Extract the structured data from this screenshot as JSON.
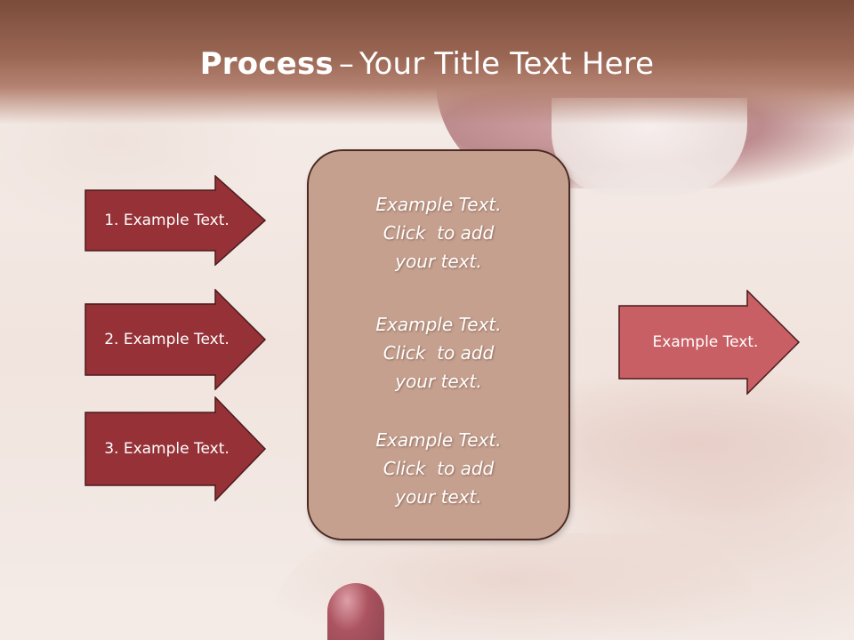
{
  "title": {
    "bold": "Process",
    "dash": "–",
    "rest": "Your Title Text Here"
  },
  "left_arrows": [
    {
      "label": "1. Example Text."
    },
    {
      "label": "2. Example Text."
    },
    {
      "label": "3. Example Text."
    }
  ],
  "center_blocks": [
    {
      "line1": "Example Text.",
      "line2": "Click  to add",
      "line3": "your text."
    },
    {
      "line1": "Example Text.",
      "line2": "Click  to add",
      "line3": "your text."
    },
    {
      "line1": "Example Text.",
      "line2": "Click  to add",
      "line3": "your text."
    }
  ],
  "right_arrow": {
    "label": "Example Text."
  },
  "colors": {
    "header": "#8b5a48",
    "left_arrow_fill": "#963237",
    "right_arrow_fill": "#c85f64",
    "center_fill": "#c6a08e",
    "outline": "#4a2a22"
  }
}
